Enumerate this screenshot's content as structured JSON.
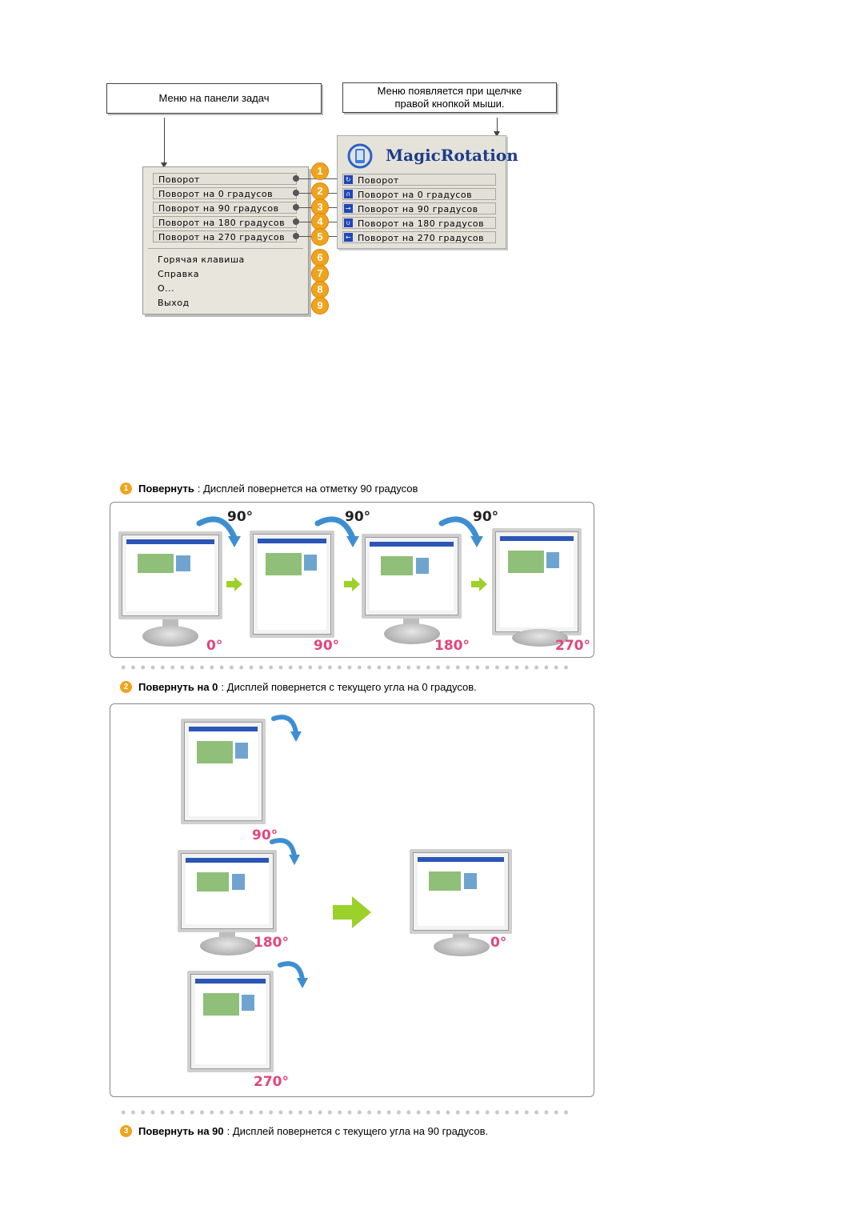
{
  "callouts": {
    "taskbar": "Меню на панели задач",
    "rightclick_line1": "Меню появляется при щелчке",
    "rightclick_line2": "правой кнопкой мыши."
  },
  "taskbar_menu": {
    "items": [
      "Поворот",
      "Поворот на 0 градусов",
      "Поворот на 90 градусов",
      "Поворот на 180 градусов",
      "Поворот на 270 градусов"
    ],
    "extra": [
      "Горячая клавиша",
      "Справка",
      "О...",
      "Выход"
    ]
  },
  "magic_rotation": {
    "brand": "MagicRotation",
    "items": [
      "Поворот",
      "Поворот на 0 градусов",
      "Поворот на 90 градусов",
      "Поворот на 180 градусов",
      "Поворот на 270 градусов"
    ]
  },
  "numbers": [
    "1",
    "2",
    "3",
    "4",
    "5",
    "6",
    "7",
    "8",
    "9"
  ],
  "sections": [
    {
      "num": "1",
      "title": "Повернуть",
      "text": ": Дисплей повернется на отметку 90 градусов"
    },
    {
      "num": "2",
      "title": "Повернуть на 0",
      "text": ": Дисплей повернется с текущего угла на 0 градусов."
    },
    {
      "num": "3",
      "title": "Повернуть на 90",
      "text": ": Дисплей повернется с текущего угла на 90 градусов."
    }
  ],
  "panel1": {
    "rotation_labels": [
      "90°",
      "90°",
      "90°"
    ],
    "angle_labels": [
      "0°",
      "90°",
      "180°",
      "270°"
    ]
  },
  "panel2": {
    "angle_labels": [
      "90°",
      "180°",
      "270°",
      "0°"
    ]
  },
  "colors": {
    "accent": "#f0a31c",
    "pink": "#e2467a",
    "arrow_green": "#9bd12a",
    "arrow_blue": "#3d8fd1"
  }
}
